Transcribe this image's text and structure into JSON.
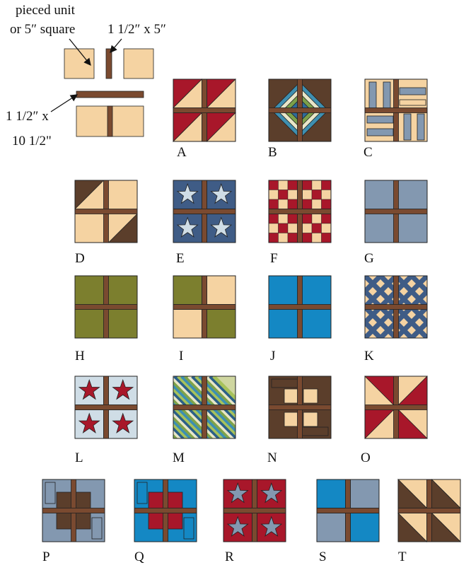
{
  "annotations": {
    "pieced_unit_line1": "pieced unit",
    "pieced_unit_line2": "or 5″ square",
    "short_strip": "1 1/2″ x 5″",
    "long_strip_line1": "1 1/2″ x",
    "long_strip_line2": "10 1/2\""
  },
  "blocks": {
    "A": "A",
    "B": "B",
    "C": "C",
    "D": "D",
    "E": "E",
    "F": "F",
    "G": "G",
    "H": "H",
    "I": "I",
    "J": "J",
    "K": "K",
    "L": "L",
    "M": "M",
    "N": "N",
    "O": "O",
    "P": "P",
    "Q": "Q",
    "R": "R",
    "S": "S",
    "T": "T"
  },
  "colors": {
    "sashing": "#7a4a30",
    "tan": "#f5d3a2",
    "red": "#a8172a",
    "dark_brown": "#5b3e2b",
    "navy": "#3f5c86",
    "slate": "#8398b0",
    "olive": "#7c7f2e",
    "blue": "#1488c4",
    "light_blue": "#cfdde6",
    "outline": "#222222"
  }
}
